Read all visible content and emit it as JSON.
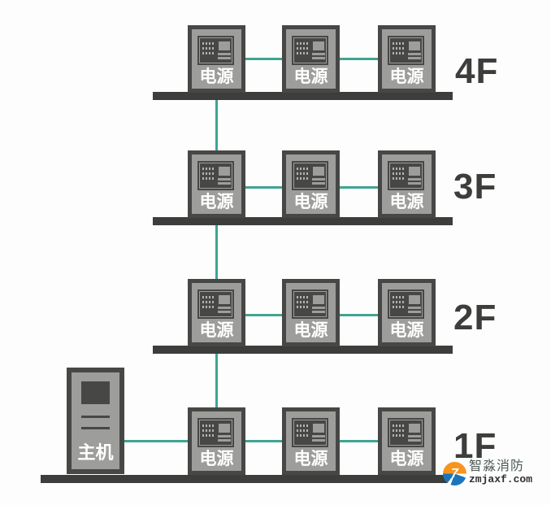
{
  "floors": [
    {
      "label": "4F",
      "units": [
        {
          "label": "电源"
        },
        {
          "label": "电源"
        },
        {
          "label": "电源"
        }
      ]
    },
    {
      "label": "3F",
      "units": [
        {
          "label": "电源"
        },
        {
          "label": "电源"
        },
        {
          "label": "电源"
        }
      ]
    },
    {
      "label": "2F",
      "units": [
        {
          "label": "电源"
        },
        {
          "label": "电源"
        },
        {
          "label": "电源"
        }
      ]
    },
    {
      "label": "1F",
      "units": [
        {
          "label": "电源"
        },
        {
          "label": "电源"
        },
        {
          "label": "电源"
        }
      ],
      "host": {
        "label": "主机"
      }
    }
  ],
  "watermark": {
    "brand": "智淼消防",
    "domain": "zmjaxf.com",
    "logo_glyph": "7"
  },
  "colors": {
    "cabinet": "#474745",
    "panel": "#9d9d9b",
    "wire": "#3fa493",
    "floor_bar": "#3d3d3b",
    "floor_label": "#3d3d3b",
    "unit_text": "#ffffff",
    "logo_orange": "#f7941d",
    "logo_blue": "#1b75bb",
    "background": "#fdfdfd"
  }
}
